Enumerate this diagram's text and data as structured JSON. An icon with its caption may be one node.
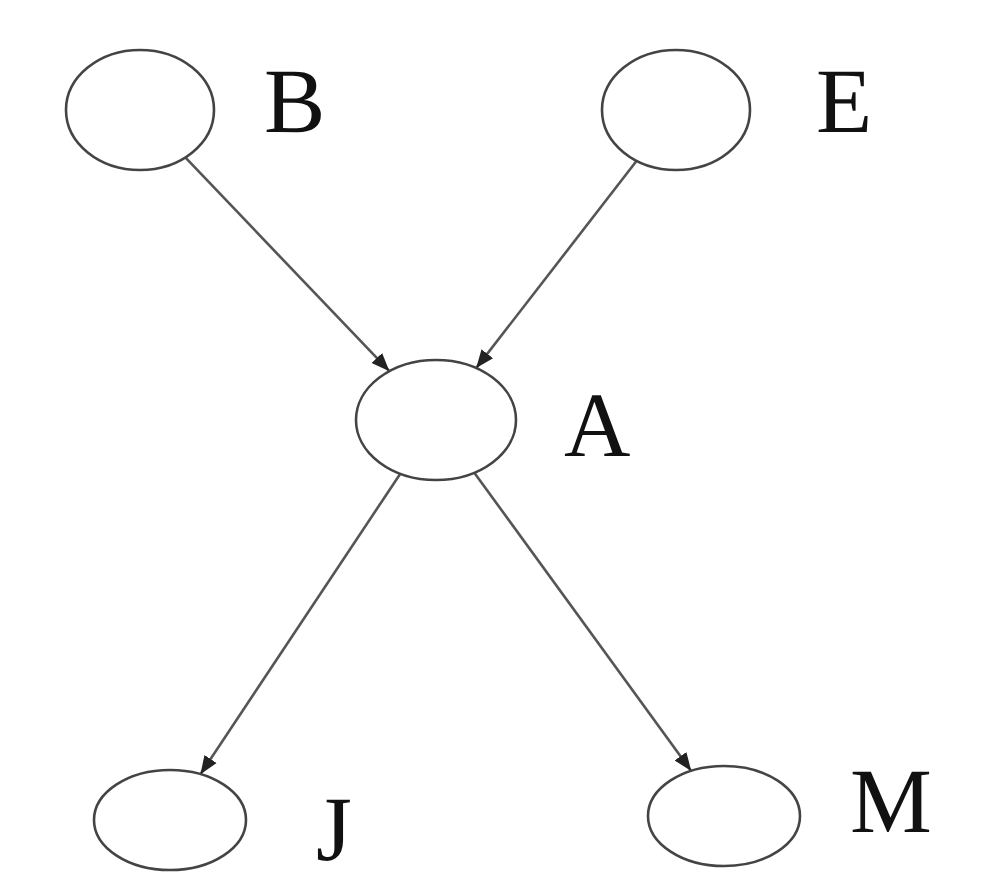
{
  "diagram": {
    "nodes": [
      {
        "text": [],
        "shape": "circle",
        "beside": [
          "B"
        ]
      },
      {
        "text": [],
        "shape": "circle",
        "beside": [
          "E"
        ]
      },
      {
        "text": [],
        "shape": "circle",
        "beside": [
          "A"
        ]
      },
      {
        "text": [],
        "shape": "circle",
        "beside": [
          "J"
        ]
      },
      {
        "text": [],
        "shape": "circle",
        "beside": [
          "M"
        ]
      }
    ],
    "edges": [
      {
        "from": 0,
        "to": 2,
        "arrow": "to"
      },
      {
        "from": 1,
        "to": 2,
        "arrow": "to"
      },
      {
        "from": 2,
        "to": 3,
        "arrow": "to"
      },
      {
        "from": 2,
        "to": 4,
        "arrow": "to"
      }
    ]
  }
}
